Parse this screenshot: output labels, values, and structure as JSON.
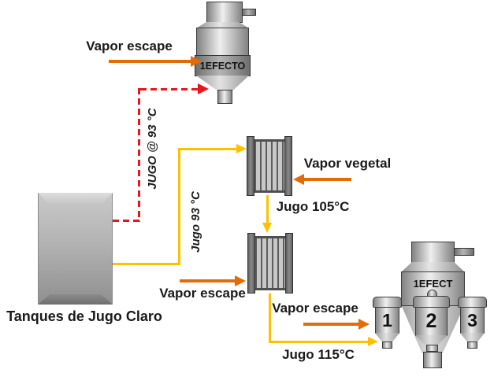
{
  "colors": {
    "juice_line": "#FFC000",
    "vapor_arrow": "#E36C0A",
    "dashed_juice_line": "#E8161E",
    "text": "#1A1A1A"
  },
  "tank": {
    "label": "Tanques de Jugo Claro"
  },
  "evaporator_top": {
    "label": "1EFECTO"
  },
  "evaporator_bottom": {
    "label": "1EFECT",
    "vessel_1": "1",
    "vessel_2": "2",
    "vessel_3": "3"
  },
  "flows": {
    "vapor_escape_top": "Vapor escape",
    "jugo_93_dashed": "JUGO @ 93 °C",
    "jugo_93": "Jugo 93 °C",
    "vapor_vegetal": "Vapor vegetal",
    "jugo_105": "Jugo 105°C",
    "vapor_escape_heater2": "Vapor escape",
    "vapor_escape_bottom": "Vapor escape",
    "jugo_115": "Jugo 115°C"
  }
}
